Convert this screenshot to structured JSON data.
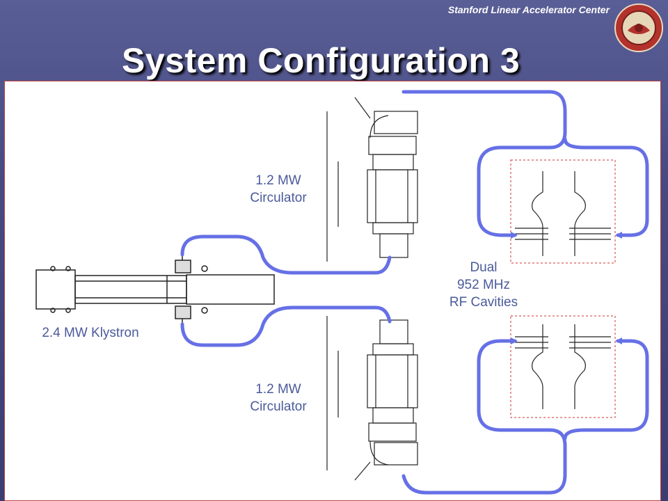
{
  "header": {
    "org": "Stanford Linear Accelerator Center",
    "title": "System Configuration 3"
  },
  "labels": {
    "circulator_top_line1": "1.2 MW",
    "circulator_top_line2": "Circulator",
    "circulator_bottom_line1": "1.2 MW",
    "circulator_bottom_line2": "Circulator",
    "klystron": "2.4 MW Klystron",
    "cavities_line1": "Dual",
    "cavities_line2": "952 MHz",
    "cavities_line3": "RF Cavities"
  },
  "colors": {
    "waveguide": "#6670e6",
    "label": "#4a5a9a",
    "frame": "#b44444"
  }
}
